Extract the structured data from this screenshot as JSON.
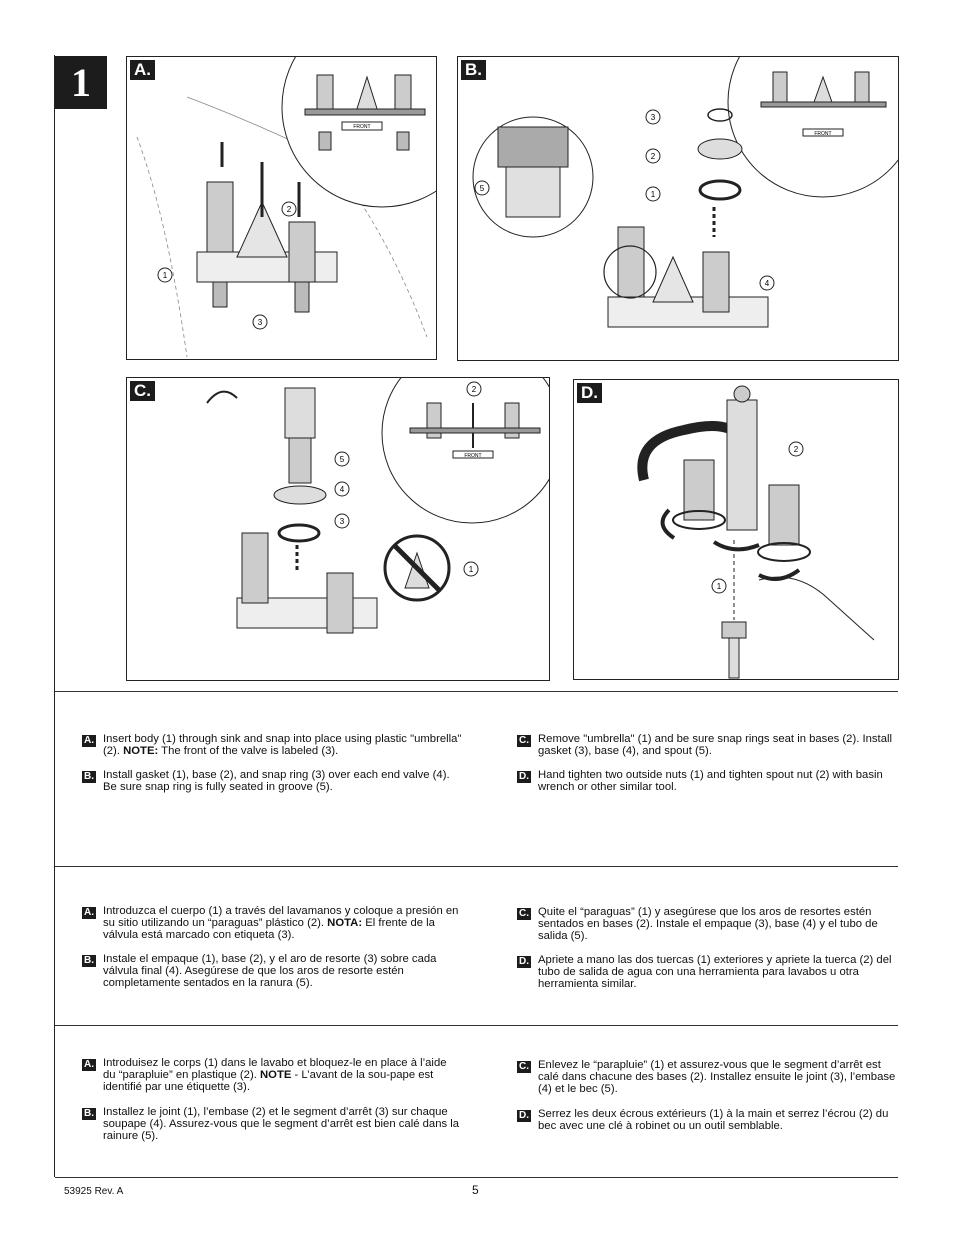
{
  "step_number": "1",
  "panels": {
    "a": {
      "label": "A.",
      "callouts": [
        "1",
        "2",
        "3"
      ],
      "front_label": "FRONT"
    },
    "b": {
      "label": "B.",
      "callouts": [
        "3",
        "2",
        "1",
        "5",
        "4"
      ],
      "front_label": "FRONT"
    },
    "c": {
      "label": "C.",
      "callouts": [
        "2",
        "5",
        "4",
        "3",
        "1"
      ],
      "front_label": "FRONT"
    },
    "d": {
      "label": "D.",
      "callouts": [
        "2",
        "1"
      ]
    }
  },
  "english": {
    "a": {
      "badge": "A.",
      "text_pre": "Insert body (1) through sink and snap into place using plastic \"umbrella\" (2). ",
      "note_label": "NOTE:",
      "text_post": " The front of the valve is labeled (3)."
    },
    "b": {
      "badge": "B.",
      "text": "Install gasket (1), base (2), and snap ring (3) over each end valve (4).  Be sure snap ring is fully seated in groove (5)."
    },
    "c": {
      "badge": "C.",
      "text": "Remove \"umbrella\" (1) and be sure snap rings seat in bases (2). Install gasket (3), base (4), and spout (5)."
    },
    "d": {
      "badge": "D.",
      "text": "Hand tighten two outside nuts (1) and tighten spout nut (2) with basin wrench or other similar tool."
    }
  },
  "spanish": {
    "a": {
      "badge": "A.",
      "text_pre": "Introduzca el cuerpo (1) a través del lavamanos y coloque a presión en su sitio utilizando un “paraguas” plástico (2). ",
      "note_label": "NOTA:",
      "text_post": " El frente de la válvula está marcado con etiqueta (3)."
    },
    "b": {
      "badge": "B.",
      "text": "Instale el empaque (1), base (2), y el aro de resorte (3) sobre cada válvula final (4). Asegúrese de que los aros de resorte estén completamente sentados en la ranura (5)."
    },
    "c": {
      "badge": "C.",
      "text": "Quite el “paraguas” (1) y asegúrese que los aros de resortes estén  sentados en bases (2).  Instale el empaque (3), base (4) y el tubo de salida (5)."
    },
    "d": {
      "badge": "D.",
      "text": "Apriete a mano las dos tuercas (1) exteriores y apriete la tuerca (2) del tubo de salida de agua con una herramienta para lavabos u otra herramienta similar."
    }
  },
  "french": {
    "a": {
      "badge": "A.",
      "text_pre": "Introduisez le corps (1) dans le lavabo et bloquez-le en place à l’aide du “parapluie” en plastique (2).  ",
      "note_label": "NOTE",
      "text_post": " - L’avant de la sou-pape est identifié par une étiquette (3)."
    },
    "b": {
      "badge": "B.",
      "text": "Installez le joint (1), l’embase (2) et le segment d’arrêt (3) sur chaque soupape (4).  Assurez-vous que le segment d’arrêt est bien calé dans la rainure (5)."
    },
    "c": {
      "badge": "C.",
      "text": "Enlevez le “parapluie” (1) et assurez-vous que le segment d’arrêt est calé dans chacune des bases (2). Installez ensuite le joint (3), l’embase (4) et le bec (5)."
    },
    "d": {
      "badge": "D.",
      "text": "Serrez les deux écrous extérieurs (1) à la main et serrez l’écrou (2) du bec avec une clé à robinet ou un outil semblable."
    }
  },
  "footer": {
    "doc_number": "53925   Rev. A",
    "page_number": "5"
  }
}
